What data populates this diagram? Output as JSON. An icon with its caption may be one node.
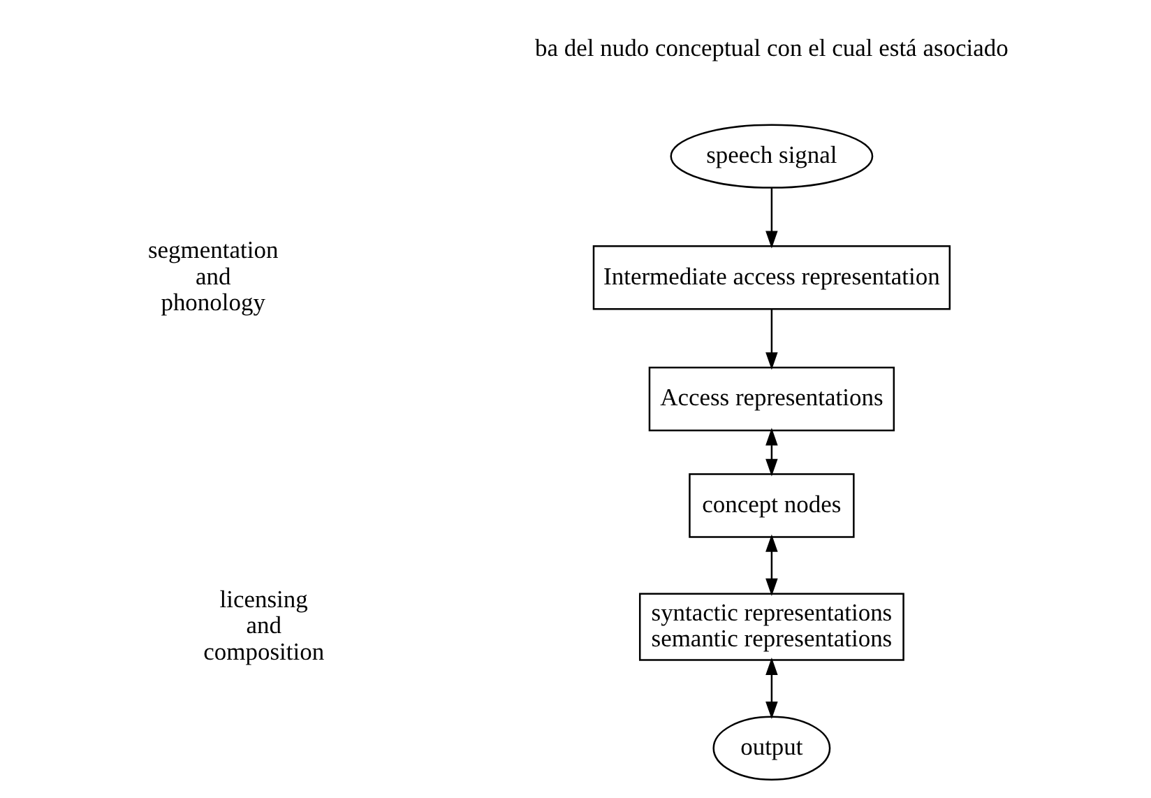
{
  "diagram": {
    "nodes": [
      {
        "text": [
          "speech signal"
        ]
      },
      {
        "text": [
          "Intermediate access representation"
        ]
      },
      {
        "text": [
          "Access representations"
        ]
      },
      {
        "text": [
          "concept nodes"
        ]
      },
      {
        "text": [
          "syntactic representations",
          "semantic representations"
        ]
      },
      {
        "text": [
          "output"
        ]
      }
    ],
    "edges": [
      {
        "from": 0,
        "to": 1,
        "arrow": "to"
      },
      {
        "from": 1,
        "to": 2,
        "arrow": "to"
      },
      {
        "from": 2,
        "to": 3,
        "arrow": "both"
      },
      {
        "from": 3,
        "to": 4,
        "arrow": "both"
      },
      {
        "from": 4,
        "to": 5,
        "arrow": "both"
      }
    ],
    "labels": [
      "ba del nudo conceptual con el cual está asociado",
      "segmentation and phonology",
      "licensing and composition"
    ]
  }
}
